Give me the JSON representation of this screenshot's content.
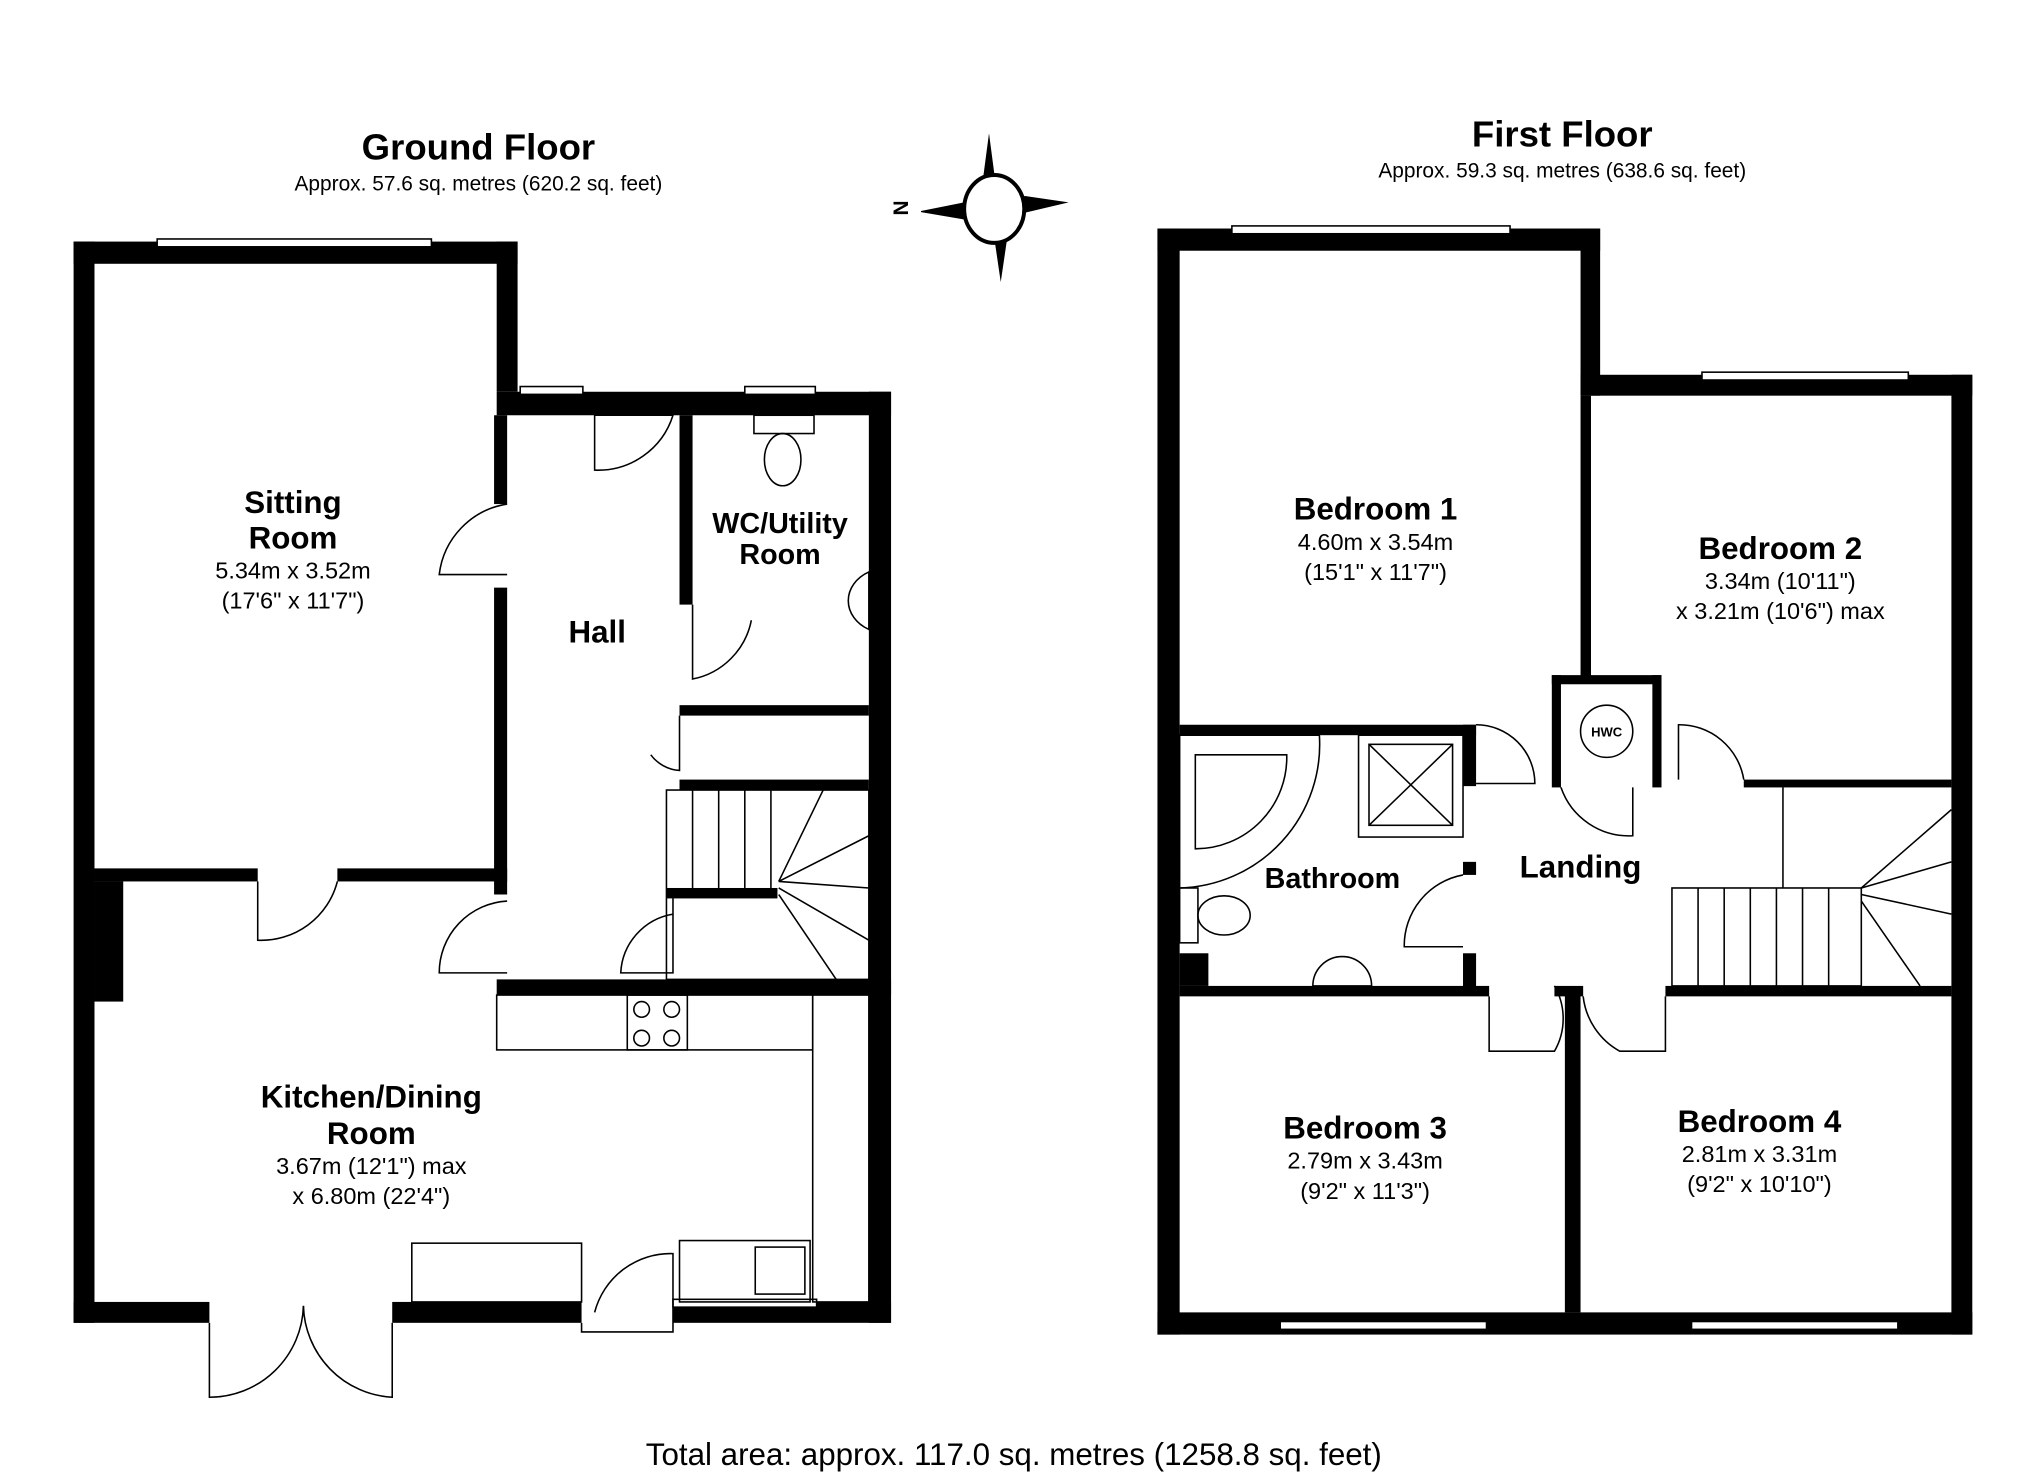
{
  "ground_floor": {
    "title": "Ground Floor",
    "area": "Approx. 57.6 sq. metres (620.2 sq. feet)",
    "rooms": [
      {
        "name_line1": "Sitting",
        "name_line2": "Room",
        "dim1": "5.34m x 3.52m",
        "dim2": "(17'6\" x 11'7\")"
      },
      {
        "name_line1": "Hall"
      },
      {
        "name_line1": "WC/Utility",
        "name_line2": "Room"
      },
      {
        "name_line1": "Kitchen/Dining",
        "name_line2": "Room",
        "dim1": "3.67m (12'1\") max",
        "dim2": "x 6.80m (22'4\")"
      }
    ]
  },
  "first_floor": {
    "title": "First Floor",
    "area": "Approx. 59.3 sq. metres (638.6 sq. feet)",
    "rooms": [
      {
        "name_line1": "Bedroom 1",
        "dim1": "4.60m x 3.54m",
        "dim2": "(15'1\" x 11'7\")"
      },
      {
        "name_line1": "Bedroom 2",
        "dim1": "3.34m (10'11\")",
        "dim2": "x 3.21m (10'6\") max"
      },
      {
        "name_line1": "Bathroom"
      },
      {
        "name_line1": "Landing"
      },
      {
        "name_line1": "Bedroom 3",
        "dim1": "2.79m x 3.43m",
        "dim2": "(9'2\" x 11'3\")"
      },
      {
        "name_line1": "Bedroom 4",
        "dim1": "2.81m x 3.31m",
        "dim2": "(9'2\" x 10'10\")"
      },
      {
        "name_line1": "HWC"
      }
    ]
  },
  "compass": {
    "label": "N",
    "icon": "compass-icon"
  },
  "total_area": "Total area: approx. 117.0 sq. metres (1258.8 sq. feet)"
}
